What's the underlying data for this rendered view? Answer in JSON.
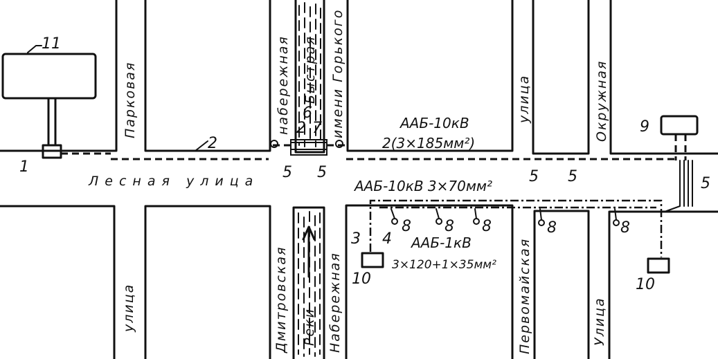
{
  "streets": {
    "parkovaya": "Парковая",
    "naberezhnaya_top": "набережная",
    "bystraya": "Быстрая",
    "imeni_gorkogo": "имени Горького",
    "ulitsa_top": "улица",
    "okruzhnaya": "Окружная",
    "lesnaya": "Лесная улица",
    "ulitsa_bottom_left": "улица",
    "dmitrovskaya": "Дмитровская",
    "reki": "Реки",
    "naberezhnaya_bottom": "Набережная",
    "pervomaiskaya": "Первомайская",
    "ulitsa_bottom_right": "Улица"
  },
  "cables": {
    "aab10_top_line1": "ААБ-10кВ",
    "aab10_top_line2": "2(3×185мм²)",
    "aab10_mid": "ААБ-10кВ 3×70мм²",
    "aab1_line1": "ААБ-1кВ",
    "aab1_line2": "3×120+1×35мм²"
  },
  "markers": {
    "m1": "1",
    "m2a": "2",
    "m2b": "2",
    "m3": "3",
    "m4": "4",
    "m5": "5",
    "m6": "6",
    "m7": "7",
    "m8": "8",
    "m9": "9",
    "m10": "10",
    "m11": "11"
  }
}
